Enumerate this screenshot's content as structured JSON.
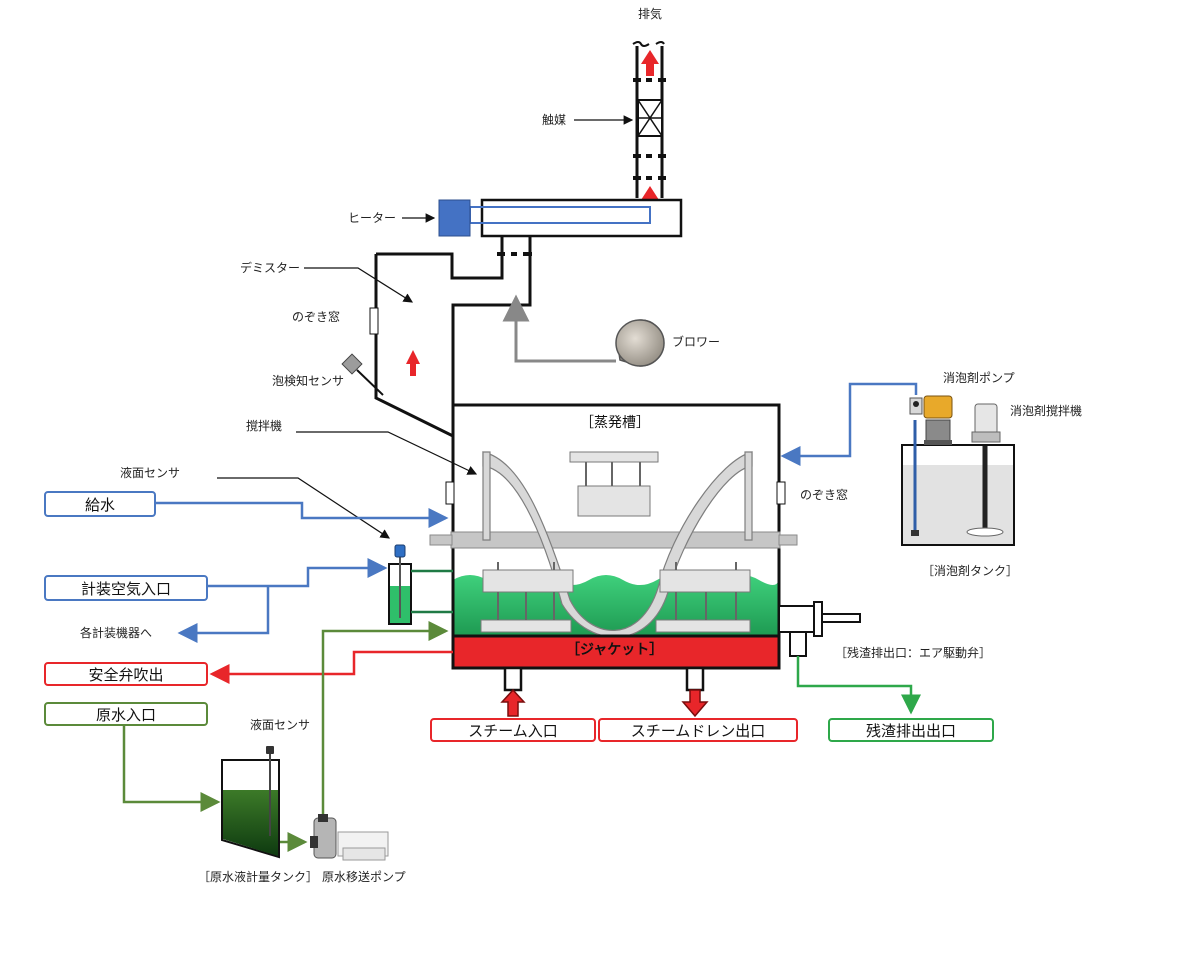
{
  "labels": {
    "exhaust": "排気",
    "catalyst": "触媒",
    "heater": "ヒーター",
    "demister": "デミスター",
    "window_left": "のぞき窓",
    "blower": "ブロワー",
    "foam_sensor": "泡検知センサ",
    "agitator": "撹拌機",
    "level_sensor_upper": "液面センサ",
    "window_right": "のぞき窓",
    "defoamer_pump": "消泡剤ポンプ",
    "defoamer_agitator": "消泡剤撹拌機",
    "defoamer_tank": "［消泡剤タンク］",
    "instrument_devices": "各計装機器へ",
    "residue_valve": "［残渣排出口：エア駆動弁］",
    "level_sensor_lower": "液面センサ",
    "raw_tank": "［原水液計量タンク］",
    "raw_pump": "原水移送ポンプ"
  },
  "tank_title": "［蒸発槽］",
  "jacket_title": "［ジャケット］",
  "boxes": {
    "water_supply": "給水",
    "instrument_air": "計装空気入口",
    "safety_valve": "安全弁吹出",
    "raw_water_inlet": "原水入口",
    "steam_inlet": "スチーム入口",
    "steam_drain": "スチームドレン出口",
    "residue_outlet": "残渣排出出口"
  },
  "colors": {
    "water_line": "#4a78c2",
    "steam_line": "#e8262a",
    "raw_line": "#5b8a3a",
    "residue_line": "#2ea84a",
    "liquid": "#2fbf6a",
    "jacket": "#e8262a",
    "heater": "#4472c4",
    "gray_flow": "#888888"
  }
}
